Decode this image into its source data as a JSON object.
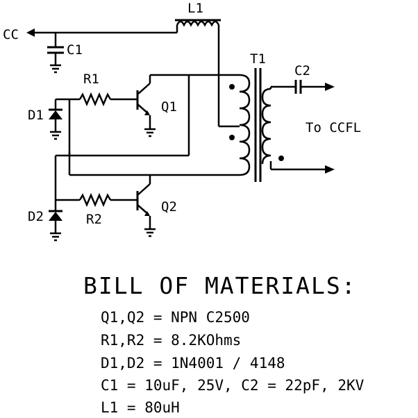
{
  "labels": {
    "cc": "CC",
    "c1": "C1",
    "l1": "L1",
    "t1": "T1",
    "c2": "C2",
    "r1": "R1",
    "q1": "Q1",
    "d1": "D1",
    "d2": "D2",
    "r2": "R2",
    "q2": "Q2",
    "output": "To CCFL"
  },
  "bom": {
    "title": "BILL OF MATERIALS:",
    "lines": [
      "Q1,Q2 = NPN C2500",
      "R1,R2 = 8.2KOhms",
      "D1,D2 = 1N4001 / 4148",
      "C1 = 10uF, 25V, C2 = 22pF, 2KV",
      "L1 = 80uH"
    ]
  }
}
